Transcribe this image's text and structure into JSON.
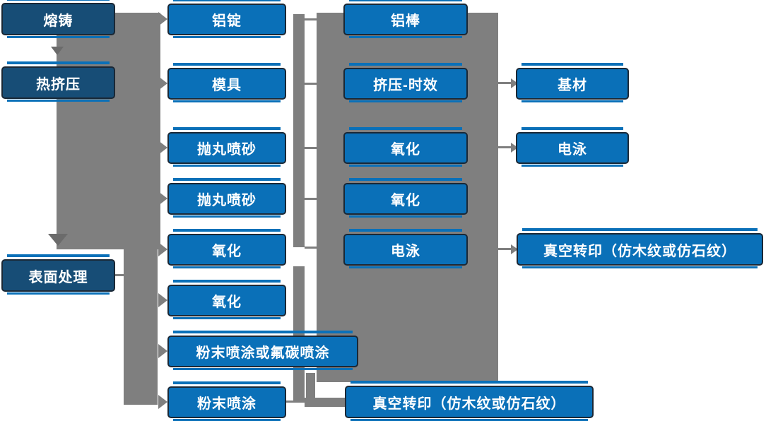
{
  "diagram": {
    "type": "flowchart",
    "title": "",
    "nodes": [
      {
        "id": "melt-casting",
        "label": "熔铸",
        "style": "dark"
      },
      {
        "id": "hot-extrusion",
        "label": "热挤压",
        "style": "dark"
      },
      {
        "id": "surface-treatment",
        "label": "表面处理",
        "style": "dark"
      },
      {
        "id": "aluminum-ingot",
        "label": "铝锭",
        "style": "light"
      },
      {
        "id": "mold",
        "label": "模具",
        "style": "light"
      },
      {
        "id": "shot-blasting-1",
        "label": "抛丸喷砂",
        "style": "light"
      },
      {
        "id": "shot-blasting-2",
        "label": "抛丸喷砂",
        "style": "light"
      },
      {
        "id": "oxidation-a",
        "label": "氧化",
        "style": "light"
      },
      {
        "id": "oxidation-b",
        "label": "氧化",
        "style": "light"
      },
      {
        "id": "powder-or-fluorocarbon",
        "label": "粉末喷涂或氟碳喷涂",
        "style": "light"
      },
      {
        "id": "powder-coating",
        "label": "粉末喷涂",
        "style": "light"
      },
      {
        "id": "aluminum-rod",
        "label": "铝棒",
        "style": "light"
      },
      {
        "id": "extrusion-aging",
        "label": "挤压-时效",
        "style": "light"
      },
      {
        "id": "oxidation-c",
        "label": "氧化",
        "style": "light"
      },
      {
        "id": "oxidation-d",
        "label": "氧化",
        "style": "light"
      },
      {
        "id": "electrophoresis-a",
        "label": "电泳",
        "style": "light"
      },
      {
        "id": "vacuum-transfer-bottom",
        "label": "真空转印（仿木纹或仿石纹）",
        "style": "light"
      },
      {
        "id": "substrate",
        "label": "基材",
        "style": "light"
      },
      {
        "id": "electrophoresis-b",
        "label": "电泳",
        "style": "light"
      },
      {
        "id": "vacuum-transfer-top",
        "label": "真空转印（仿木纹或仿石纹）",
        "style": "light"
      }
    ],
    "edges": [
      {
        "from": "melt-casting",
        "to": "aluminum-ingot"
      },
      {
        "from": "melt-casting",
        "to": "hot-extrusion"
      },
      {
        "from": "hot-extrusion",
        "to": "mold"
      },
      {
        "from": "hot-extrusion",
        "to": "shot-blasting-1"
      },
      {
        "from": "hot-extrusion",
        "to": "shot-blasting-2"
      },
      {
        "from": "hot-extrusion",
        "to": "oxidation-a"
      },
      {
        "from": "hot-extrusion",
        "to": "surface-treatment"
      },
      {
        "from": "surface-treatment",
        "to": "oxidation-b"
      },
      {
        "from": "surface-treatment",
        "to": "powder-or-fluorocarbon"
      },
      {
        "from": "surface-treatment",
        "to": "powder-coating"
      },
      {
        "from": "aluminum-ingot",
        "to": "aluminum-rod"
      },
      {
        "from": "mold",
        "to": "extrusion-aging"
      },
      {
        "from": "shot-blasting-1",
        "to": "oxidation-c"
      },
      {
        "from": "shot-blasting-2",
        "to": "oxidation-d"
      },
      {
        "from": "oxidation-a",
        "to": "electrophoresis-a"
      },
      {
        "from": "extrusion-aging",
        "to": "substrate"
      },
      {
        "from": "oxidation-c",
        "to": "electrophoresis-b"
      },
      {
        "from": "electrophoresis-a",
        "to": "vacuum-transfer-top"
      },
      {
        "from": "powder-coating",
        "to": "vacuum-transfer-bottom"
      }
    ],
    "colors": {
      "box_light": "#0a70b8",
      "box_dark": "#174d76",
      "box_border": "#1a2836",
      "connector_gray": "#7f7f7f",
      "arrow_dark_gray": "#6b6b6b",
      "text": "#ffffff",
      "background": "#ffffff"
    }
  }
}
